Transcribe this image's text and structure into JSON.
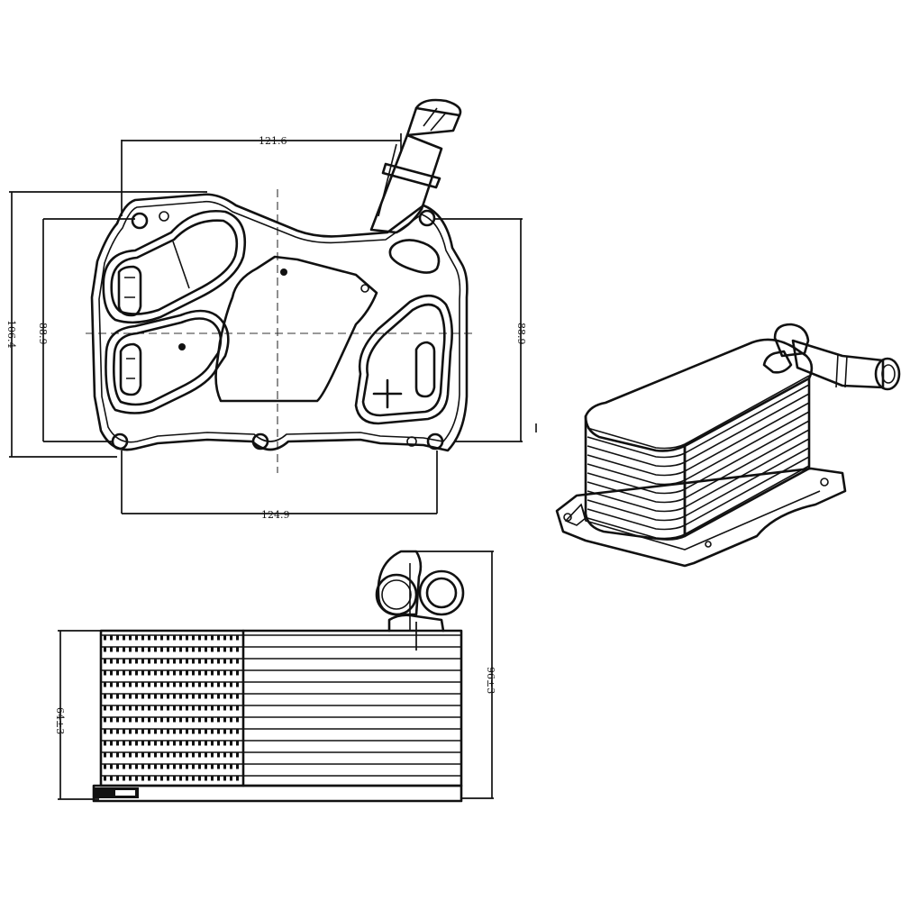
{
  "drawing": {
    "subject": "oil-cooler",
    "views": [
      "top-view",
      "side-view",
      "isometric-view"
    ],
    "dimensions": {
      "width_top": "121.6",
      "width_bottom": "124.9",
      "height_outer": "106.4",
      "height_inner_left": "88.9",
      "height_inner_right": "88.9",
      "side_height": "64±3",
      "side_total_height": "96±3"
    }
  }
}
